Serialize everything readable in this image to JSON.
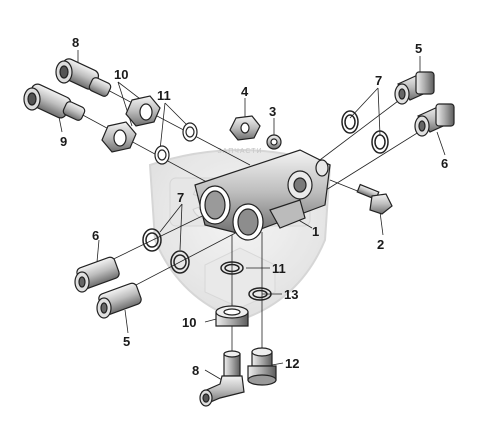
{
  "watermark": {
    "line1": "ЭЛИ",
    "line2": "ЗАПЧАСТИ"
  },
  "callouts": [
    {
      "id": "c8a",
      "label": "8"
    },
    {
      "id": "c10a",
      "label": "10"
    },
    {
      "id": "c11a",
      "label": "11"
    },
    {
      "id": "c9",
      "label": "9"
    },
    {
      "id": "c4",
      "label": "4"
    },
    {
      "id": "c3",
      "label": "3"
    },
    {
      "id": "c5a",
      "label": "5"
    },
    {
      "id": "c7a",
      "label": "7"
    },
    {
      "id": "c6a",
      "label": "6"
    },
    {
      "id": "c2",
      "label": "2"
    },
    {
      "id": "c1",
      "label": "1"
    },
    {
      "id": "c7b",
      "label": "7"
    },
    {
      "id": "c6b",
      "label": "6"
    },
    {
      "id": "c5b",
      "label": "5"
    },
    {
      "id": "c11b",
      "label": "11"
    },
    {
      "id": "c13",
      "label": "13"
    },
    {
      "id": "c10b",
      "label": "10"
    },
    {
      "id": "c12",
      "label": "12"
    },
    {
      "id": "c8b",
      "label": "8"
    }
  ]
}
